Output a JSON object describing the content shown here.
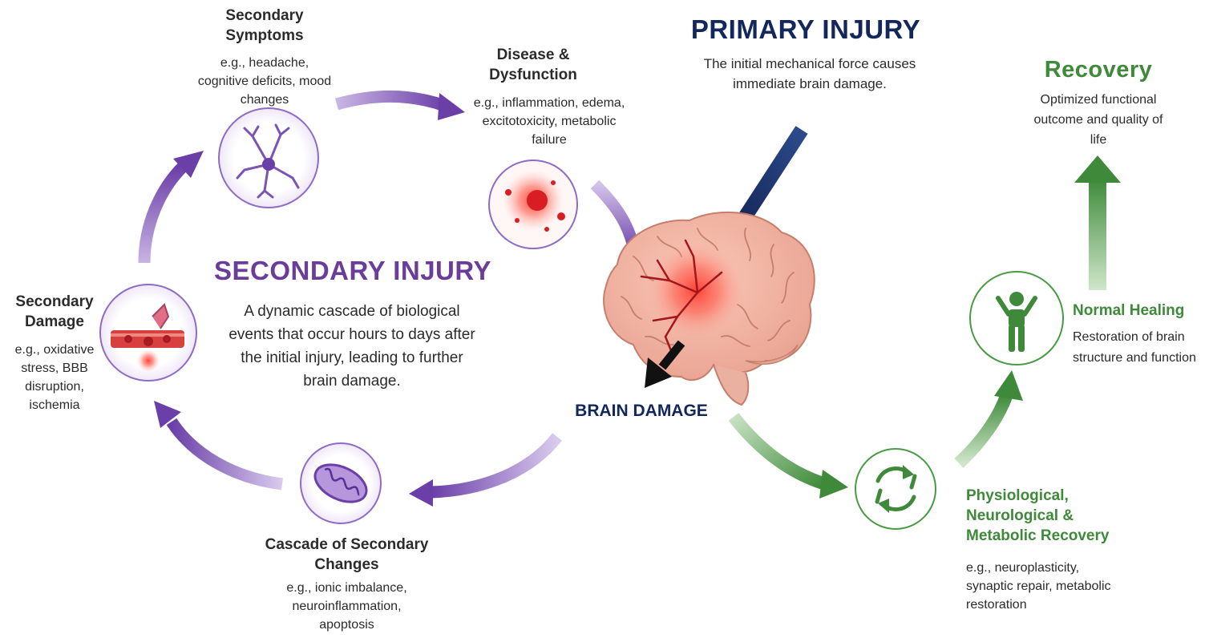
{
  "primary": {
    "title": "PRIMARY INJURY",
    "description": "The initial mechanical force causes immediate brain damage."
  },
  "secondary": {
    "title": "SECONDARY INJURY",
    "description": "A dynamic cascade of biological events that occur hours to days after the initial injury, leading to further brain damage."
  },
  "center": {
    "label": "BRAIN DAMAGE"
  },
  "cycle": {
    "symptoms": {
      "title": "Secondary Symptoms",
      "desc": "e.g., headache, cognitive deficits, mood changes",
      "icon": "neuron-icon"
    },
    "disease": {
      "title": "Disease & Dysfunction",
      "desc": "e.g., inflammation, edema, excitotoxicity, metabolic failure",
      "icon": "inflammation-icon"
    },
    "damage": {
      "title": "Secondary Damage",
      "desc": "e.g., oxidative stress, BBB disruption, ischemia",
      "icon": "blood-vessel-icon"
    },
    "cascade": {
      "title": "Cascade of Secondary Changes",
      "desc": "e.g., ionic imbalance, neuroinflammation, apoptosis",
      "icon": "mitochondria-icon"
    }
  },
  "recovery_path": {
    "physio": {
      "title": "Physiological, Neurological & Metabolic Recovery",
      "desc": "e.g., neuroplasticity, synaptic repair, metabolic restoration",
      "icon": "cycle-arrows-icon"
    },
    "healing": {
      "title": "Normal Healing",
      "desc": "Restoration of brain structure and function",
      "icon": "person-icon"
    },
    "recovery": {
      "title": "Recovery",
      "desc": "Optimized functional outcome and quality of life"
    }
  },
  "colors": {
    "purple": "#7b52b6",
    "navy": "#13275c",
    "green": "#4a9a44",
    "red": "#e53030"
  }
}
